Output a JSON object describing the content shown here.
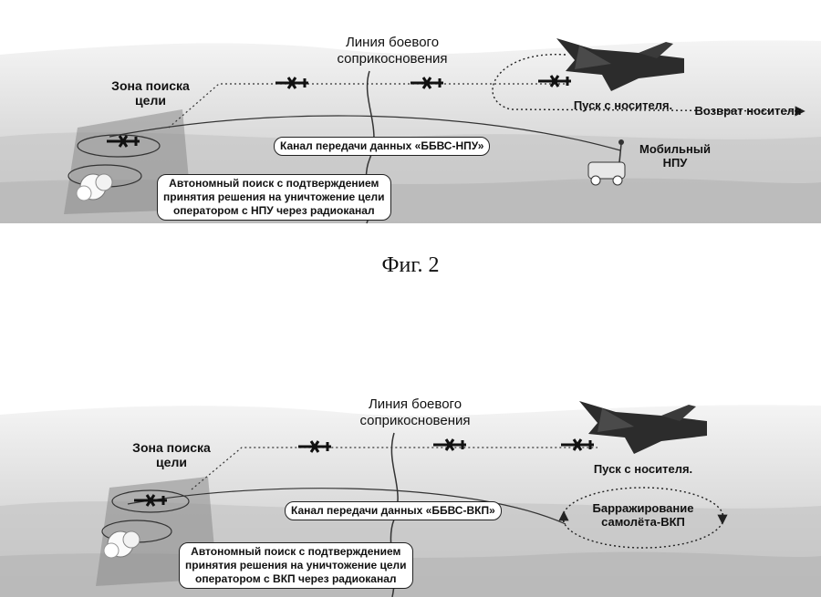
{
  "fig2": {
    "caption": "Фиг. 2",
    "contact_line": [
      "Линия боевого",
      "соприкосновения"
    ],
    "search_zone": [
      "Зона поиска",
      "цели"
    ],
    "launch": "Пуск с носителя.",
    "return": "Возврат носителя",
    "data_channel": "Канал передачи данных «ББВС-НПУ»",
    "mobile_station": [
      "Мобильный",
      "НПУ"
    ],
    "autonomous_search": [
      "Автономный поиск с подтверждением",
      "принятия решения на уничтожение цели",
      "оператором с НПУ через радиоканал"
    ]
  },
  "fig3": {
    "contact_line": [
      "Линия боевого",
      "соприкосновения"
    ],
    "search_zone": [
      "Зона поиска",
      "цели"
    ],
    "launch": "Пуск с носителя.",
    "data_channel": "Канал передачи данных «ББВС-ВКП»",
    "loitering": [
      "Барражирование",
      "самолёта-ВКП"
    ],
    "autonomous_search": [
      "Автономный поиск с подтверждением",
      "принятия решения на уничтожение цели",
      "оператором с ВКП через радиоканал"
    ]
  }
}
